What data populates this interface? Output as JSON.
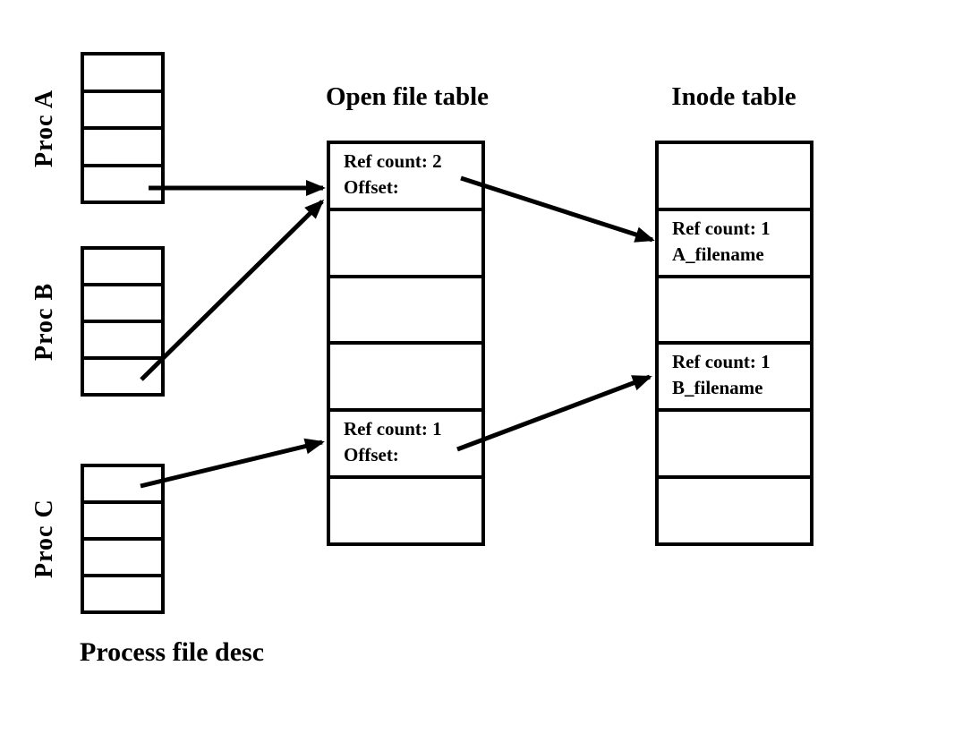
{
  "canvas": {
    "background": "#ffffff",
    "ink": "#000000"
  },
  "titles": {
    "open_file_table": "Open file table",
    "inode_table": "Inode table",
    "process_file_desc": "Process file desc"
  },
  "proc_tables": [
    {
      "id": "proc-a",
      "label": "Proc A",
      "slots": 4
    },
    {
      "id": "proc-b",
      "label": "Proc B",
      "slots": 4
    },
    {
      "id": "proc-c",
      "label": "Proc C",
      "slots": 4
    }
  ],
  "open_file_table": {
    "rows": [
      {
        "line1": "Ref count: 2",
        "line2": "Offset:"
      },
      {
        "line1": "",
        "line2": ""
      },
      {
        "line1": "",
        "line2": ""
      },
      {
        "line1": "",
        "line2": ""
      },
      {
        "line1": "Ref count: 1",
        "line2": "Offset:"
      },
      {
        "line1": "",
        "line2": ""
      }
    ]
  },
  "inode_table": {
    "rows": [
      {
        "line1": "",
        "line2": ""
      },
      {
        "line1": "Ref count: 1",
        "line2": "A_filename"
      },
      {
        "line1": "",
        "line2": ""
      },
      {
        "line1": "Ref count: 1",
        "line2": "B_filename"
      },
      {
        "line1": "",
        "line2": ""
      },
      {
        "line1": "",
        "line2": ""
      }
    ]
  },
  "arrows": [
    {
      "from": "proc-a-slot-4",
      "to": "open-file-table-row-1"
    },
    {
      "from": "proc-b-slot-4",
      "to": "open-file-table-row-1"
    },
    {
      "from": "proc-c-slot-1",
      "to": "open-file-table-row-5"
    },
    {
      "from": "open-file-table-row-1",
      "to": "inode-table-row-2"
    },
    {
      "from": "open-file-table-row-5",
      "to": "inode-table-row-4"
    }
  ]
}
